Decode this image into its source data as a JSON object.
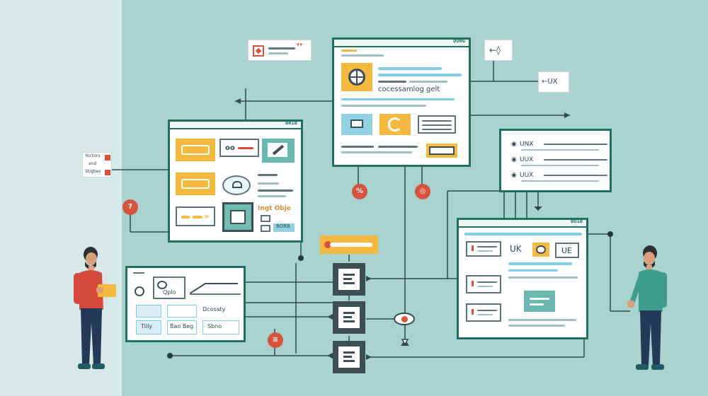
{
  "top_note": {
    "marks": "❜❜"
  },
  "main_window": {
    "title": "DUHG",
    "heading": "cocessamlog gelt"
  },
  "left_window": {
    "title": "BRIB",
    "code_text": "oo",
    "label": "Ingt Obje",
    "small_text": "BORB"
  },
  "side_note": {
    "lines": [
      "Yoctors",
      "and",
      "Stigbes"
    ]
  },
  "bottom_left_window": {
    "label": "Qplo",
    "cells": [
      "Tilly",
      "Bao Beg",
      "Dcosaty",
      "Sbno"
    ]
  },
  "list_window": {
    "items": [
      "UNX",
      "UUX",
      "UUX"
    ]
  },
  "right_window": {
    "title": "BOIB",
    "badges": [
      "UK",
      "UE"
    ]
  },
  "back_tags": [
    "←◊",
    "←UX"
  ],
  "icons": [
    "percent-icon",
    "lock-icon",
    "question-icon",
    "database-icon",
    "eye-icon"
  ]
}
